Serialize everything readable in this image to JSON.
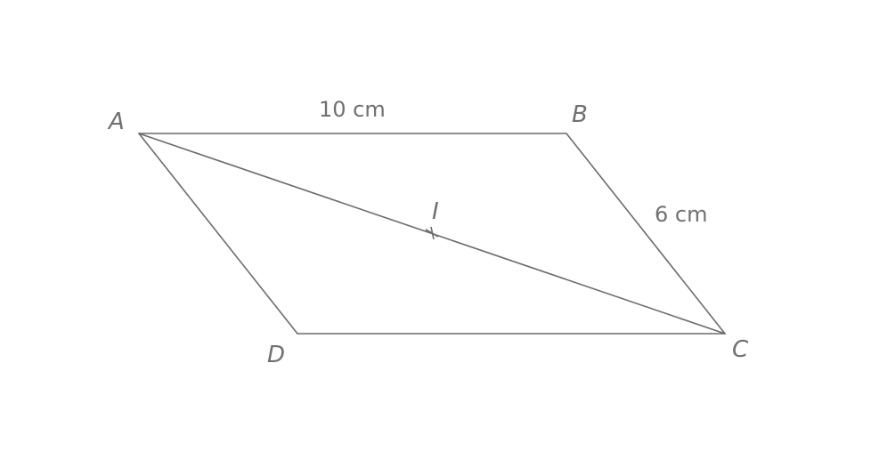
{
  "points": {
    "A": "A",
    "B": "B",
    "C": "C",
    "D": "D",
    "I": "I"
  },
  "measures": {
    "AB": "10 cm",
    "BC": "6 cm"
  },
  "colors": {
    "stroke": "#6b6b6b",
    "text": "#707070"
  }
}
